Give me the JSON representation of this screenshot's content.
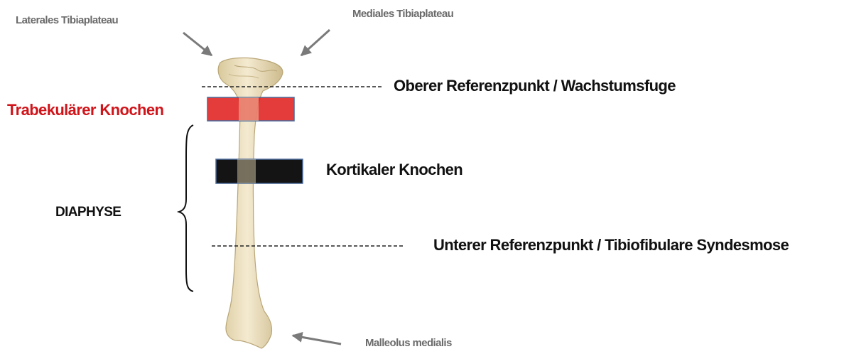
{
  "labels": {
    "lateral_plateau": "Laterales Tibiaplateau",
    "medial_plateau": "Mediales Tibiaplateau",
    "upper_reference": "Oberer Referenzpunkt / Wachstumsfuge",
    "trabecular_bone": "Trabekulärer Knochen",
    "cortical_bone": "Kortikaler Knochen",
    "diaphysis": "DIAPHYSE",
    "lower_reference": "Unterer Referenzpunkt / Tibiofibulare Syndesmose",
    "medial_malleolus": "Malleolus medialis"
  },
  "colors": {
    "bone_fill": "#efe2bc",
    "bone_shadow": "#c9b78a",
    "trabecular_box": "#e02020",
    "cortical_box": "#000000",
    "box_border": "#4a6a9a",
    "label_gray": "#6b6b6b",
    "label_red": "#d0141a",
    "arrow_gray": "#7a7a7a"
  }
}
